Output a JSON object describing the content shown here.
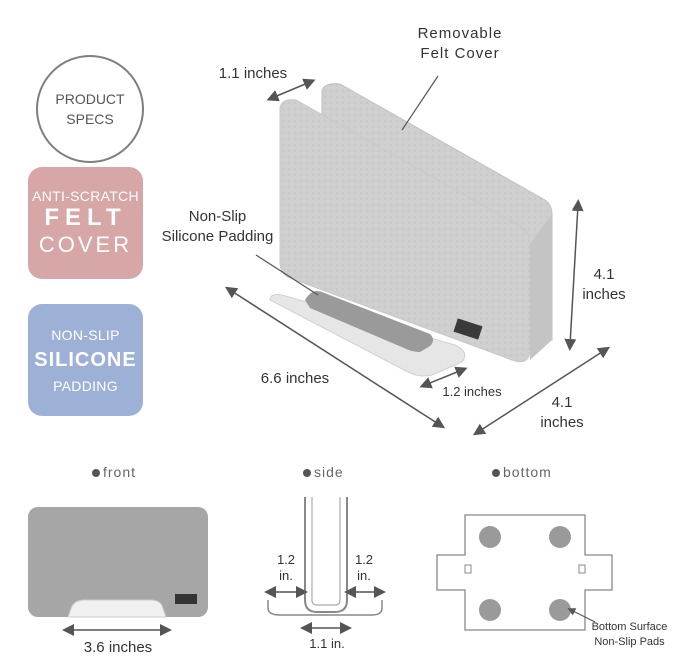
{
  "badges": {
    "product_specs": {
      "line1": "PRODUCT",
      "line2": "SPECS"
    },
    "felt": {
      "line1": "ANTI-SCRATCH",
      "line2": "FELT",
      "line3": "COVER",
      "color": "#d7a6a6"
    },
    "silicone": {
      "line1": "NON-SLIP",
      "line2": "SILICONE",
      "line3": "PADDING",
      "color": "#9db1d6"
    }
  },
  "callouts": {
    "removable_line1": "Removable",
    "removable_line2": "Felt Cover",
    "nonslip_line1": "Non-Slip",
    "nonslip_line2": "Silicone Padding"
  },
  "dimensions": {
    "slot_width": "1.1 inches",
    "height_value": "4.1",
    "height_unit": "inches",
    "depth_value": "4.1",
    "depth_unit": "inches",
    "length": "6.6 inches",
    "pad_width": "1.2 inches"
  },
  "views": {
    "front": {
      "label": "front",
      "dimension": "3.6 inches"
    },
    "side": {
      "label": "side",
      "left_value": "1.2",
      "left_unit": "in.",
      "right_value": "1.2",
      "right_unit": "in.",
      "bottom": "1.1 in."
    },
    "bottom": {
      "label": "bottom",
      "note_line1": "Bottom Surface",
      "note_line2": "Non-Slip Pads"
    }
  },
  "colors": {
    "felt_gray": "#cfcfcf",
    "front_gray": "#a6a6a6",
    "pad_gray": "#9a9a9a"
  }
}
